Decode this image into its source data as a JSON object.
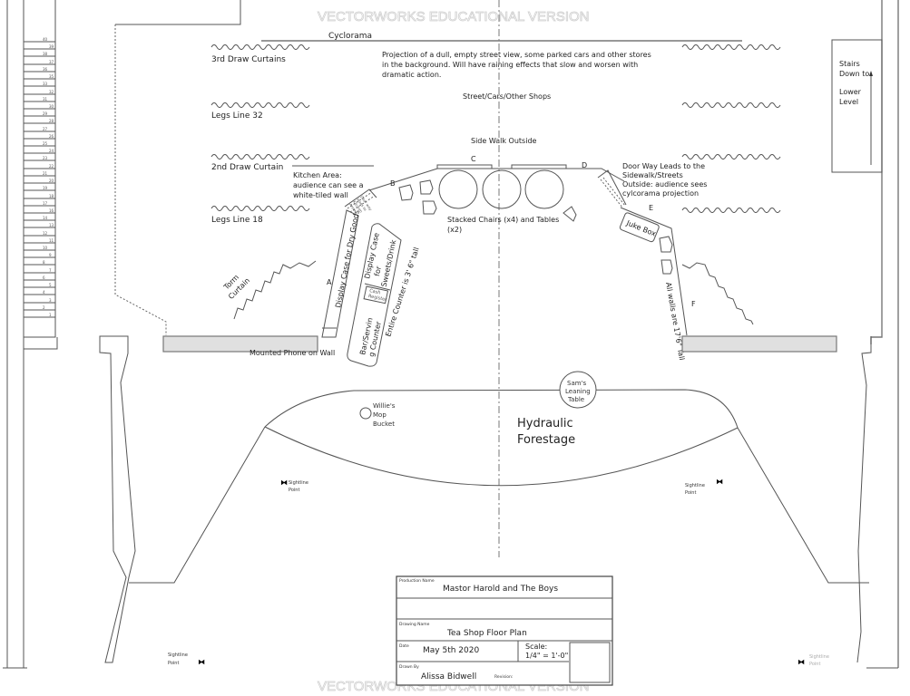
{
  "watermark": "VECTORWORKS EDUCATIONAL VERSION",
  "labels": {
    "cyclorama": "Cyclorama",
    "projection_note": [
      "Projection of a dull, empty street view, some parked cars and other stores",
      "in the background. Will have raining effects that slow and worsen with",
      "dramatic action."
    ],
    "street": "Street/Cars/Other Shops",
    "sidewalk": "Side Walk Outside",
    "third_draw": "3rd Draw Curtains",
    "legs_32": "Legs  Line 32",
    "second_draw": "2nd Draw Curtain",
    "legs_18": "Legs  Line 18",
    "kitchen_note": [
      "Kitchen Area:",
      "audience can see a",
      "white-tiled wall"
    ],
    "kitchen_door": [
      "Door way",
      "leads to",
      "Kitchen",
      "Area"
    ],
    "stairs": [
      "Stairs",
      "Down to",
      "Lower",
      "Level"
    ],
    "door_note": [
      "Door Way Leads to the",
      "Sidewalk/Streets",
      "Outside: audience sees",
      "cylcorama projection"
    ],
    "letters": {
      "a": "A",
      "b": "B",
      "c": "C",
      "d": "D",
      "e": "E",
      "f": "F"
    },
    "stacked": [
      "Stacked Chairs (x4) and Tables",
      "(x2)"
    ],
    "juke_box": "Juke Box",
    "dry_goods": "Display Case for Dry Goods",
    "sweets": [
      "Display Case",
      "for",
      "Sweets/Drink"
    ],
    "cash_register": [
      "Cash",
      "Register"
    ],
    "bar_counter": [
      "Bar/Servin",
      "g Counter"
    ],
    "counter_height": "Entire Counter is 3' 6\" tall",
    "torm": [
      "Torm",
      "Curtain"
    ],
    "phone": "Mounted Phone on Wall",
    "walls_height": "All walls are 17'6\" Tall",
    "sams_table": [
      "Sam's",
      "Leaning",
      "Table"
    ],
    "mop_bucket": [
      "Willie's",
      "Mop",
      "Bucket"
    ],
    "forestage": [
      "Hydraulic",
      "Forestage"
    ],
    "sightline": [
      "Sightline",
      "Point"
    ]
  },
  "line_set_ruler": [
    "40",
    "39",
    "38",
    "37",
    "36",
    "35",
    "33",
    "32",
    "31",
    "30",
    "29",
    "28",
    "27",
    "26",
    "25",
    "24",
    "23",
    "22",
    "21",
    "20",
    "19",
    "18",
    "17",
    "16",
    "14",
    "13",
    "12",
    "11",
    "10",
    "9",
    "8",
    "7",
    "6",
    "5",
    "4",
    "3",
    "2",
    "1"
  ],
  "title_block": {
    "production_label": "Production Name",
    "production": "Mastor Harold and The Boys",
    "drawing_label": "Drawing Name",
    "drawing": "Tea Shop Floor Plan",
    "date_label": "Date",
    "date": "May 5th 2020",
    "scale_label": "Scale:",
    "scale": "1/4\" = 1'-0\"",
    "drawn_by_label": "Drawn By",
    "drawn_by": "Alissa Bidwell",
    "revision_label": "Revision:"
  }
}
